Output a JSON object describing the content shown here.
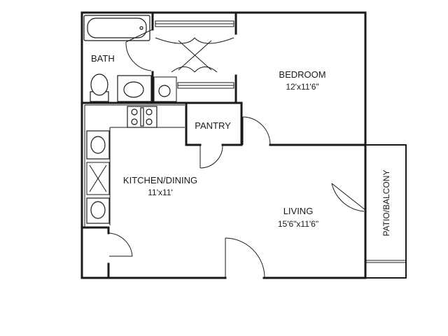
{
  "rooms": {
    "bath": {
      "name": "BATH"
    },
    "bedroom": {
      "name": "BEDROOM",
      "size": "12'x11'6\""
    },
    "pantry": {
      "name": "PANTRY"
    },
    "kitchen": {
      "name": "KITCHEN/DINING",
      "size": "11'x11'"
    },
    "living": {
      "name": "LIVING",
      "size": "15'6\"x11'6\""
    },
    "patio": {
      "name": "PATIO/BALCONY"
    }
  },
  "colors": {
    "wall": "#1a1a1a",
    "background": "#ffffff"
  }
}
